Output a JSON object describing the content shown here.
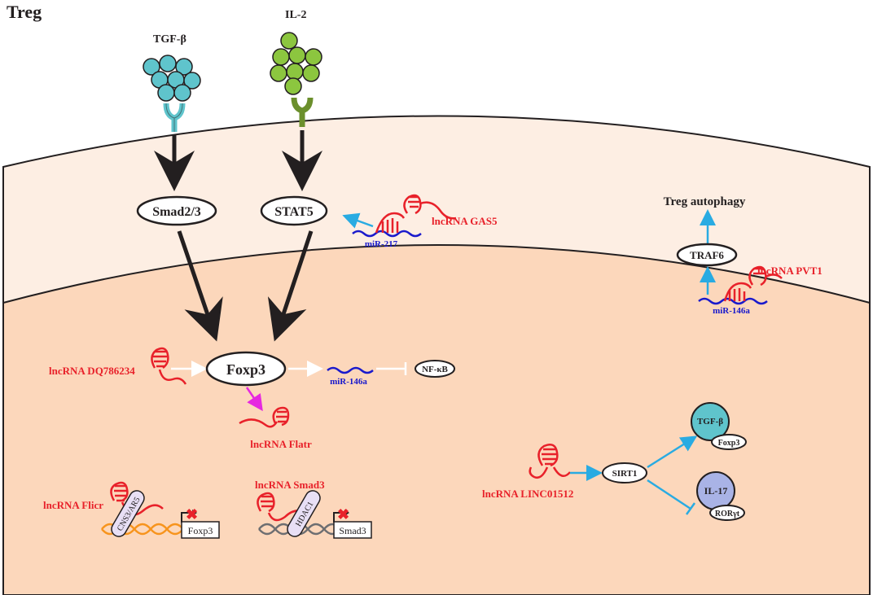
{
  "figure": {
    "title": "Treg"
  },
  "ligands": {
    "tgf_label": "TGF-β",
    "il2_label": "IL-2"
  },
  "nodes": {
    "smad23": "Smad2/3",
    "stat5": "STAT5",
    "foxp3": "Foxp3",
    "nfkb": "NF-κB",
    "traf6": "TRAF6",
    "treg_autophagy": "Treg autophagy",
    "sirt1": "SIRT1",
    "tgfb_small": "TGF-β",
    "foxp3_small": "Foxp3",
    "il17": "IL-17",
    "rorgt": "RORγt"
  },
  "mirnas": {
    "mir217": "miR-217",
    "mir146a_stat": "miR-146a",
    "mir146a_pvt": "miR-146a"
  },
  "lncrnas": {
    "gas5": "lncRNA GAS5",
    "pvt1": "lncRNA PVT1",
    "dq786234": "lncRNA DQ786234",
    "flatr": "lncRNA Flatr",
    "flicr": "lncRNA Flicr",
    "smad3": "lncRNA Smad3",
    "linc01512": "lncRNA LINC01512"
  },
  "dna": {
    "cns3_label": "CNS3/AR5",
    "foxp3_gene": "Foxp3",
    "hdac1_label": "HDAC1",
    "smad3_gene": "Smad3"
  },
  "colors": {
    "outer_membrane": "#fdeee3",
    "nucleus": "#fcd7bb",
    "tgf_circle": "#5fc4cc",
    "il2_circle": "#8cc63f",
    "lncrna": "#e8212a",
    "mirna": "#1a1acc",
    "cyan_arrow": "#29abe2",
    "magenta_arrow": "#e628e0",
    "black_arrow": "#231f20",
    "il17_fill": "#a9b3e6",
    "tgfb_fill": "#5fc4cc"
  }
}
